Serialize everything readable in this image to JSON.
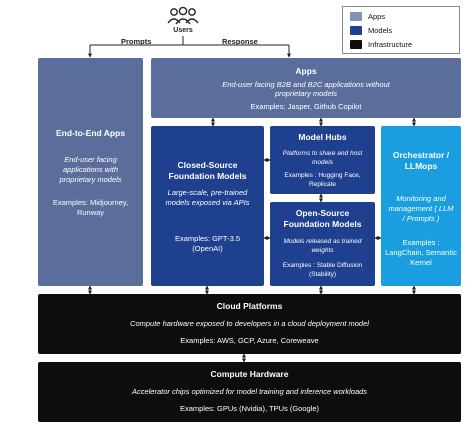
{
  "users": {
    "label": "Users",
    "icon": "users-icon"
  },
  "flows": {
    "prompts": "Prompts",
    "response": "Response"
  },
  "legend": [
    {
      "label": "Apps",
      "color": "#7f93b8"
    },
    {
      "label": "Models",
      "color": "#1f3f8f"
    },
    {
      "label": "Infrastructure",
      "color": "#0d0d0d"
    }
  ],
  "end_to_end_apps": {
    "title": "End-to-End Apps",
    "description": "End-user facing applications with proprietary models",
    "examples": "Examples: Midjourney, Runway"
  },
  "apps": {
    "title": "Apps",
    "description": "End-user facing B2B and B2C applications without proprietary models",
    "examples": "Examples: Jasper, Github Copilot"
  },
  "closed_source": {
    "title": "Closed-Source Foundation Models",
    "description": "Large-scale, pre-trained models exposed via APIs",
    "examples": "Examples: GPT-3.5 (OpenAI)"
  },
  "model_hubs": {
    "title": "Model Hubs",
    "description": "Platforms to share and host models",
    "examples": "Examples : Hugging Face, Replicate"
  },
  "open_source": {
    "title": "Open-Source Foundation Models",
    "description": "Models released as trained weights",
    "examples": "Examples : Stable Diffusion (Stability)"
  },
  "orchestrator": {
    "title": "Orchestrator / LLMops",
    "description": "Monitoring and management ( LLM / Prompts )",
    "examples": "Examples : LangChain, Semantic Kernel"
  },
  "cloud_platforms": {
    "title": "Cloud Platforms",
    "description": "Compute hardware exposed to developers in a cloud deployment model",
    "examples": "Examples: AWS, GCP, Azure, Coreweave"
  },
  "compute_hardware": {
    "title": "Compute Hardware",
    "description": "Accelerator chips optimized for model training and inference workloads",
    "examples": "Examples: GPUs (Nvidia), TPUs (Google)"
  }
}
